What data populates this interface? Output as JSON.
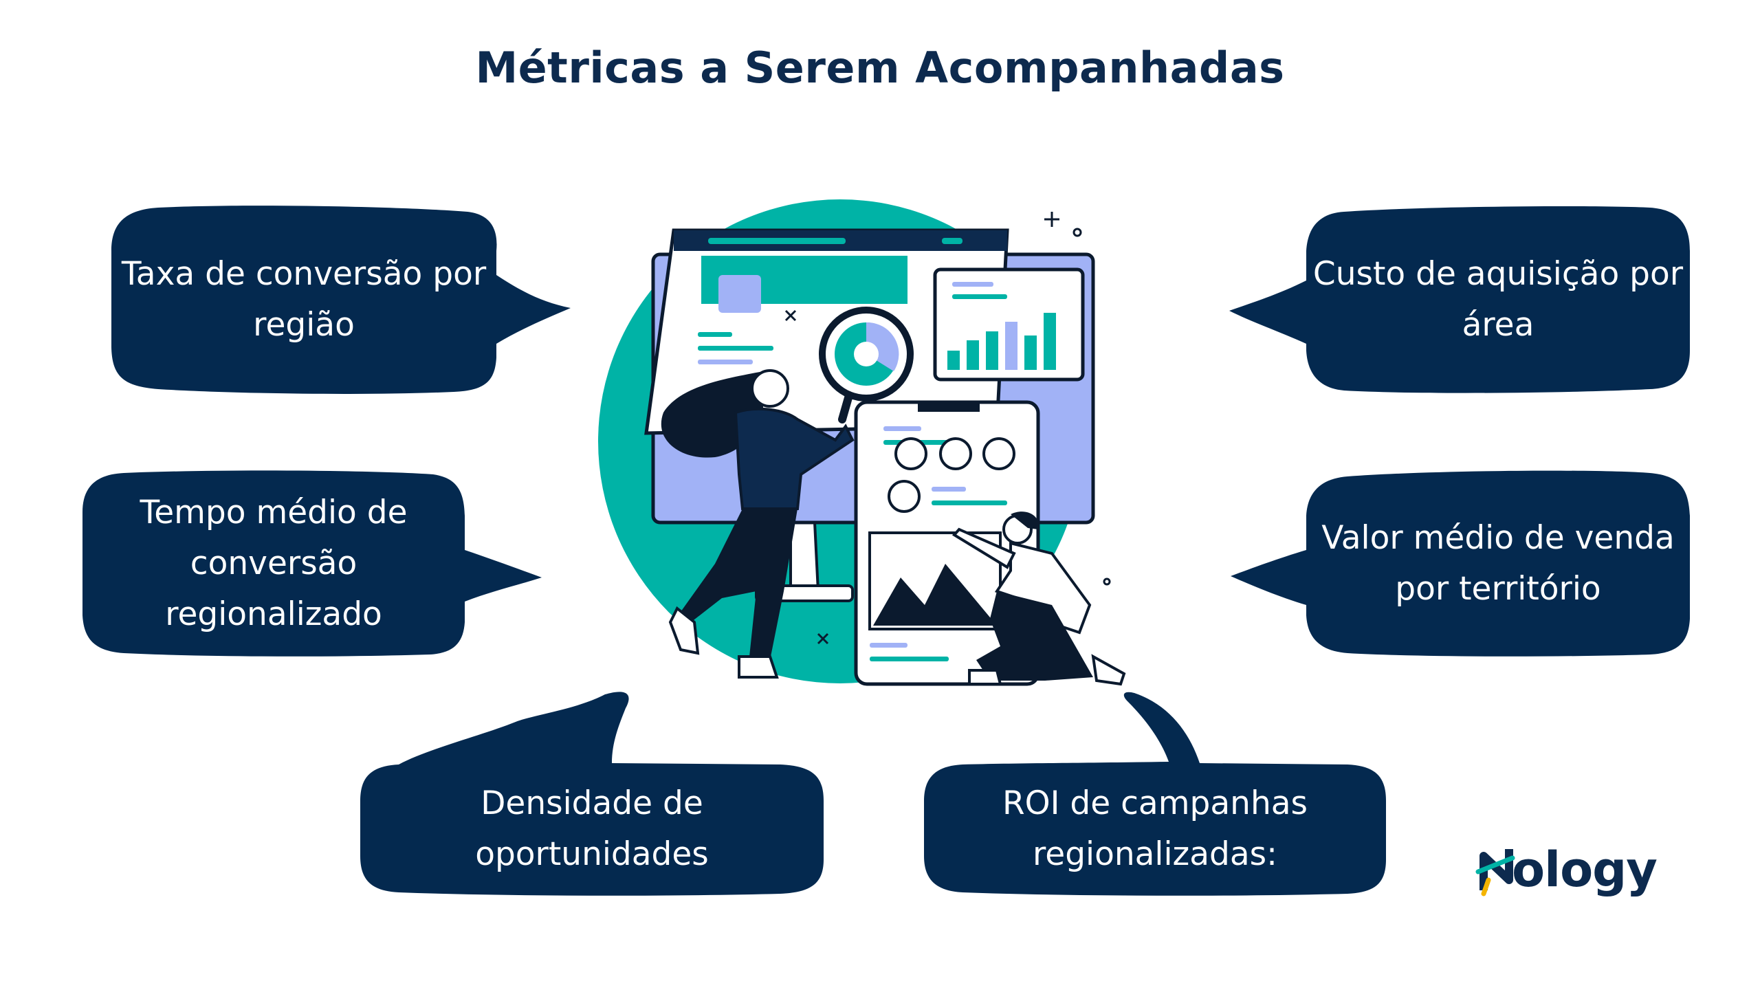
{
  "title": "Métricas a Serem Acompanhadas",
  "colors": {
    "bubble": "#04294f",
    "teal": "#00b3a6",
    "lavender": "#a1b2f6",
    "navy": "#0d2a4e",
    "dark": "#0b1a2e",
    "logo_accent": "#f4b400"
  },
  "bubbles": [
    {
      "id": "conversion-rate",
      "lines": [
        "Taxa de conversão por",
        "região"
      ]
    },
    {
      "id": "acquisition-cost",
      "lines": [
        "Custo de aquisição por",
        "área"
      ]
    },
    {
      "id": "avg-conversion-time",
      "lines": [
        "Tempo médio de",
        "conversão",
        "regionalizado"
      ]
    },
    {
      "id": "avg-sale-value",
      "lines": [
        "Valor médio de venda",
        "por território"
      ]
    },
    {
      "id": "opportunity-density",
      "lines": [
        "Densidade de",
        "oportunidades"
      ]
    },
    {
      "id": "campaign-roi",
      "lines": [
        "ROI de campanhas",
        "regionalizadas:"
      ]
    }
  ],
  "logo": {
    "text": "ology",
    "mark": "N",
    "icon": "nology-logo-icon"
  },
  "illustration": {
    "icon": "analytics-team-illustration"
  }
}
